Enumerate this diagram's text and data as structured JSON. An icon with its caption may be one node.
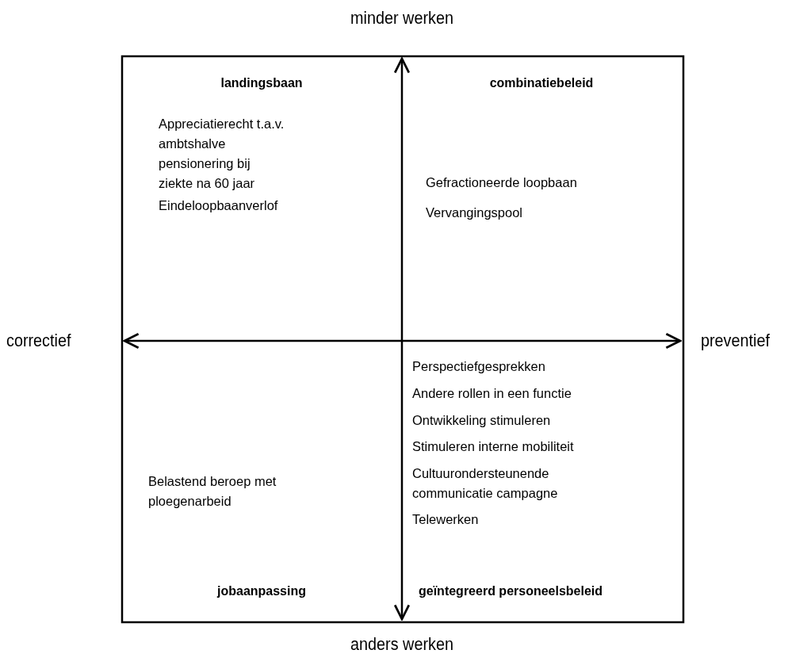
{
  "diagram": {
    "labels": [
      "minder werken",
      "landingsbaan",
      "combinatiebeleid",
      "Appreciatierecht t.a.v. ambtshalve pensionering bij ziekte na 60 jaar",
      "Eindeloopbaanverlof",
      "Gefractioneerde loopbaan",
      "Vervangingspool",
      "correctief",
      "preventief",
      "Perspectiefgesprekken",
      "Andere rollen in een functie",
      "Ontwikkeling stimuleren",
      "Stimuleren interne mobiliteit",
      "Cultuurondersteunende communicatie campagne",
      "Telewerken",
      "Belastend beroep met ploegenarbeid",
      "jobaanpassing",
      "geïntegreerd personeelsbeleid",
      "anders werken"
    ]
  }
}
